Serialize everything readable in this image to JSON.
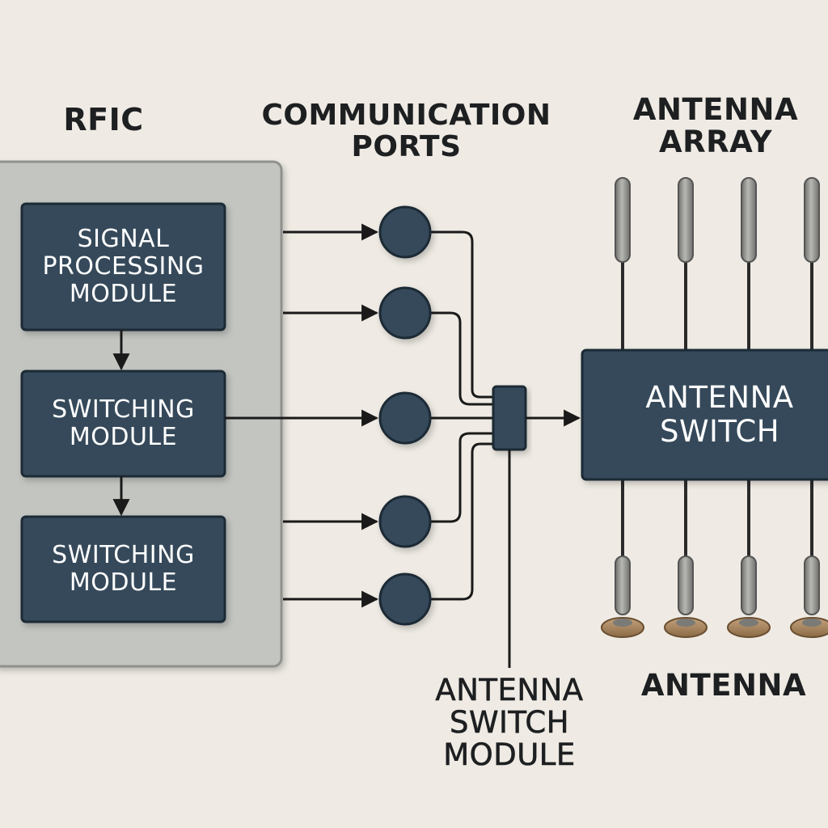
{
  "labels": {
    "rfic": "RFIC",
    "ports": [
      "COMMUNICATION",
      "PORTS"
    ],
    "array": [
      "ANTENNA",
      "ARRAY"
    ],
    "asm": [
      "ANTENNA",
      "SWITCH",
      "MODULE"
    ],
    "antenna": "ANTENNA"
  },
  "modules": [
    {
      "lines": [
        "SIGNAL",
        "PROCESSING",
        "MODULE"
      ]
    },
    {
      "lines": [
        "SWITCHING",
        "MODULE"
      ]
    },
    {
      "lines": [
        "SWITCHING",
        "MODULE"
      ]
    }
  ],
  "antenna_switch": {
    "lines": [
      "ANTENNA",
      "SWITCH"
    ]
  },
  "port_count": 5,
  "antenna_count": 4,
  "colors": {
    "background": "#efebe4",
    "rfic_panel": "#c3c5c1",
    "module_fill": "#34495a",
    "port_fill": "#34495a",
    "line": "#1a1a1a",
    "antenna_rod": "#8a8a86",
    "antenna_base": "#a0825f"
  }
}
